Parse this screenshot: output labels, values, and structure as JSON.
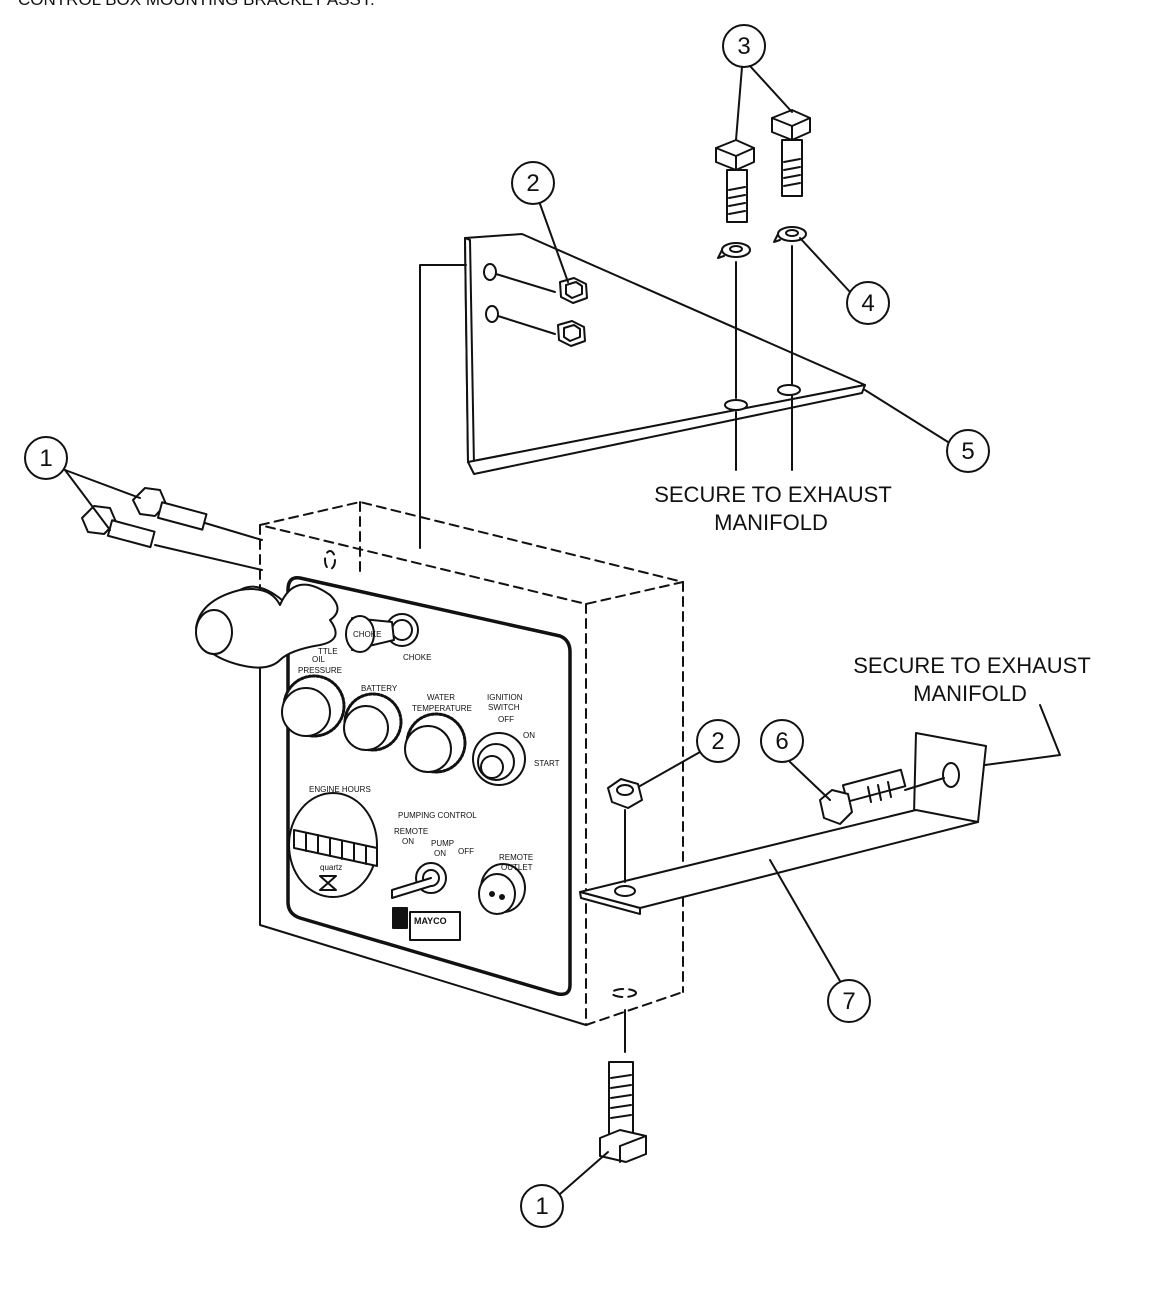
{
  "header": {
    "text": "CONTROL BOX MOUNTING BRACKET ASSY."
  },
  "callouts": {
    "c1": "1",
    "c2": "2",
    "c3": "3",
    "c4": "4",
    "c5": "5",
    "c6": "6",
    "c7": "7"
  },
  "notes": {
    "secure_top_line1": "SECURE TO EXHAUST",
    "secure_top_line2": "MANIFOLD",
    "secure_right_line1": "SECURE TO EXHAUST",
    "secure_right_line2": "MANIFOLD"
  },
  "panel": {
    "throttle": "TTLE",
    "choke": "CHOKE",
    "choke_knob": "CHOKE",
    "oil_pressure_1": "OIL",
    "oil_pressure_2": "PRESSURE",
    "battery": "BATTERY",
    "water_temp_1": "WATER",
    "water_temp_2": "TEMPERATURE",
    "ignition_1": "IGNITION",
    "ignition_2": "SWITCH",
    "off": "OFF",
    "on": "ON",
    "start": "START",
    "engine_hours": "ENGINE HOURS",
    "quartz": "quartz",
    "pumping_control": "PUMPING CONTROL",
    "remote": "REMOTE",
    "remote_on": "ON",
    "pump": "PUMP",
    "pump_on": "ON",
    "pump_off": "OFF",
    "remote_outlet_1": "REMOTE",
    "remote_outlet_2": "OUTLET",
    "brand": "MAYCO"
  }
}
